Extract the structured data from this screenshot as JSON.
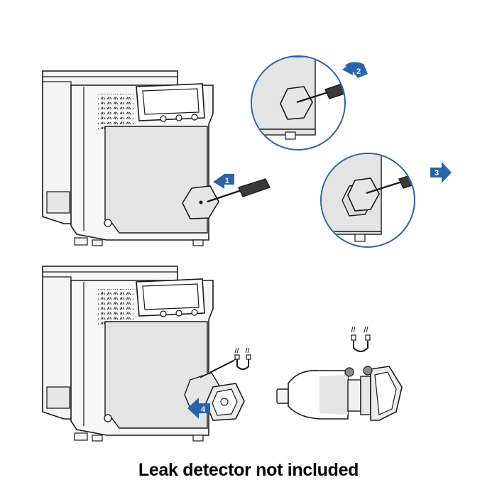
{
  "caption": "Leak detector not included",
  "steps": [
    "1",
    "2",
    "3",
    "4"
  ],
  "colors": {
    "accent": "#2b63a8",
    "stroke": "#1a1a1a",
    "fill_grey": "#e4e4e4",
    "fill_light": "#f1f1f1"
  },
  "icons": [
    "hex-nut-icon",
    "screwdriver-icon",
    "magnet-icon",
    "arrow-icon"
  ]
}
